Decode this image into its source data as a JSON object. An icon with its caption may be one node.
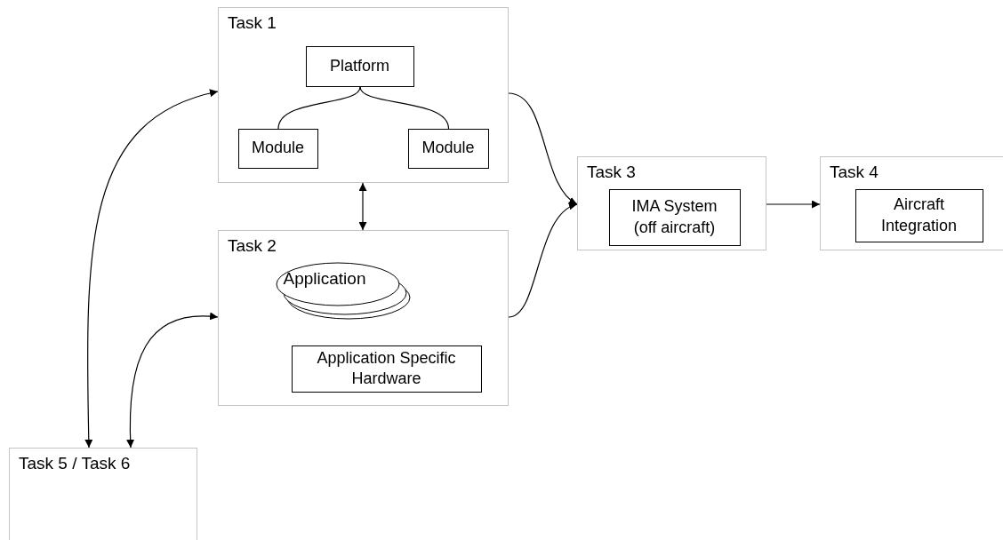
{
  "diagram": {
    "nodes": [
      {
        "text": [
          "Task 1"
        ]
      },
      {
        "text": [
          "Platform"
        ],
        "in": 0
      },
      {
        "text": [
          "Module"
        ],
        "in": 0
      },
      {
        "text": [
          "Module"
        ],
        "in": 0
      },
      {
        "text": [
          "Task 2"
        ]
      },
      {
        "text": [
          "Application"
        ],
        "in": 4
      },
      {
        "text": [
          "Application Specific Hardware"
        ],
        "in": 4
      },
      {
        "text": [
          "Task 3"
        ]
      },
      {
        "text": [
          "IMA System (off aircraft)"
        ],
        "in": 7
      },
      {
        "text": [
          "Task 4"
        ]
      },
      {
        "text": [
          "Aircraft Integration"
        ],
        "in": 9
      },
      {
        "text": [
          "Task 5 / Task 6"
        ]
      }
    ],
    "edges": [
      {
        "from": 1,
        "to": 2,
        "arrow": "none"
      },
      {
        "from": 1,
        "to": 3,
        "arrow": "none"
      },
      {
        "from": 0,
        "to": 4,
        "arrow": "both"
      },
      {
        "from": 0,
        "to": 7,
        "arrow": "to"
      },
      {
        "from": 4,
        "to": 7,
        "arrow": "to"
      },
      {
        "from": 7,
        "to": 9,
        "arrow": "to"
      },
      {
        "from": 11,
        "to": 0,
        "arrow": "both"
      },
      {
        "from": 11,
        "to": 4,
        "arrow": "both"
      }
    ]
  }
}
